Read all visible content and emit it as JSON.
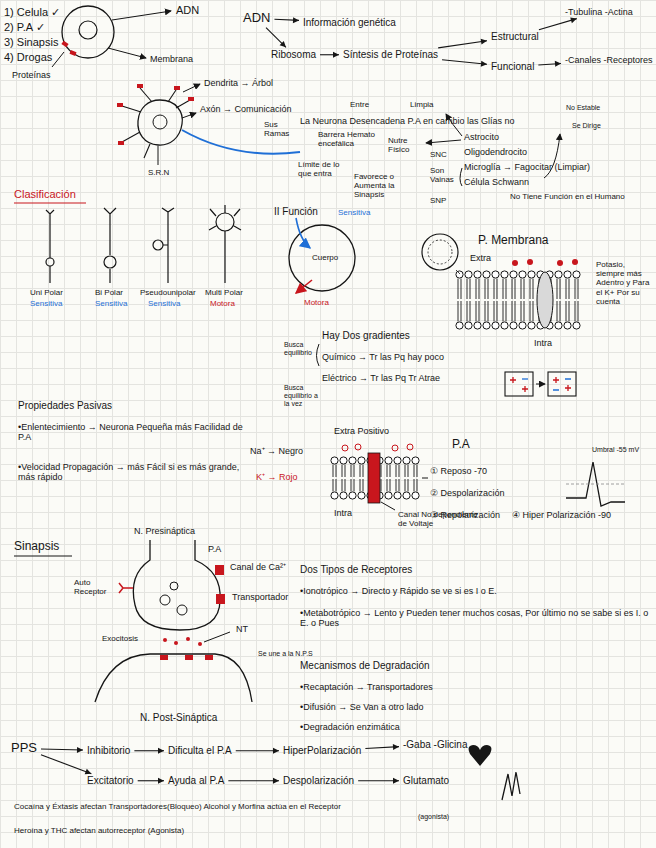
{
  "diagram": {
    "nodes": [
      {
        "text": [
          "ADN"
        ]
      },
      {
        "text": [
          "Información genética"
        ]
      },
      {
        "text": [
          "Ribosoma"
        ]
      },
      {
        "text": [
          "Síntesis de Proteínas"
        ]
      },
      {
        "text": [
          "Estructural"
        ]
      },
      {
        "text": [
          "-Tubulina -Actina"
        ]
      },
      {
        "text": [
          "Funcional"
        ]
      },
      {
        "text": [
          "-Canales -Receptores"
        ]
      },
      {
        "text": [
          "PPS"
        ]
      },
      {
        "text": [
          "Inhibitorio"
        ]
      },
      {
        "text": [
          "Dificulta el P.A"
        ]
      },
      {
        "text": [
          "HiperPolarización"
        ]
      },
      {
        "text": [
          "-Gaba -Glicina"
        ]
      },
      {
        "text": [
          "Excitatorio"
        ]
      },
      {
        "text": [
          "Ayuda al P.A"
        ]
      },
      {
        "text": [
          "Despolarización"
        ]
      },
      {
        "text": [
          "Glutamato"
        ]
      }
    ],
    "edges": [
      {
        "from": 0,
        "to": 1,
        "arrow": "to"
      },
      {
        "from": 0,
        "to": 2,
        "arrow": "to"
      },
      {
        "from": 2,
        "to": 3,
        "arrow": "to"
      },
      {
        "from": 3,
        "to": 4,
        "arrow": "to"
      },
      {
        "from": 3,
        "to": 6,
        "arrow": "to"
      },
      {
        "from": 4,
        "to": 5,
        "arrow": "to"
      },
      {
        "from": 6,
        "to": 7,
        "arrow": "to"
      },
      {
        "from": 8,
        "to": 9,
        "arrow": "to"
      },
      {
        "from": 8,
        "to": 13,
        "arrow": "to"
      },
      {
        "from": 9,
        "to": 10,
        "arrow": "to"
      },
      {
        "from": 10,
        "to": 11,
        "arrow": "to"
      },
      {
        "from": 11,
        "to": 12,
        "arrow": "to"
      },
      {
        "from": 13,
        "to": 14,
        "arrow": "to"
      },
      {
        "from": 14,
        "to": 15,
        "arrow": "to"
      },
      {
        "from": 15,
        "to": 16,
        "arrow": "to"
      }
    ],
    "labels": [
      "1) Celula ✓",
      "2) P.A ✓",
      "3) Sinapsis",
      "4) Drogas",
      "ADN",
      "Membrana",
      "Proteínas",
      "Dendrita → Árbol",
      "Axón → Comunicación",
      "S.R.N",
      "Entre",
      "La Neurona Desencadena P.A en cambio las Glías no",
      "No Estable",
      "Se Dirige",
      "Limpia",
      "Sus Ramas",
      "Barrera Hemato encefálica",
      "Nutre Físico",
      "Límite de lo que entra",
      "Favorece o Aumenta la Sinapsis",
      "SNC",
      "Son Vainas",
      "SNP",
      "Astrocito",
      "Oligodendrocito",
      "Microglía → Fagocitar (Limpiar)",
      "Célula Schwann",
      "No Tiene Función en el Humano",
      "Clasificación",
      "Uni Polar",
      "Sensitiva",
      "Bi Polar",
      "Sensitiva",
      "Pseudounipolar",
      "Sensitiva",
      "Multi Polar",
      "Motora",
      "II Función",
      "Sensitiva",
      "Cuerpo",
      "Motora",
      "P. Membrana",
      "Extra",
      "Potasio, siempre más Adentro y Para el K+ Por su cuenta",
      "Hay Dos gradientes",
      "Busca equilibrio",
      "Químico → Tr las Pq hay poco",
      "Eléctrico → Tr las Pq Tr Atrae",
      "Busca equilibrio a la vez",
      "Intra",
      "Propiedades Pasivas",
      "•Enlentecimiento → Neurona Pequeña más Facilidad de P.A",
      "•Velocidad Propagación → más Fácil si es más grande, más rápido",
      "Na⁺ → Negro",
      "K⁺ → Rojo",
      "Extra Positivo",
      "Intra",
      "Canal No dependiente de Voltaje",
      "P.A",
      "① Reposo -70",
      "② Despolarización",
      "③ Repolarización",
      "④ Hiper Polarización -90",
      "Umbral -55 mV",
      "Sinapsis",
      "N. Presináptica",
      "P.A",
      "Canal de Ca²⁺",
      "Transportador",
      "Auto Receptor",
      "Exocitosis",
      "NT",
      "Se une a la N.P.S",
      "N. Post-Sináptica",
      "Dos Tipos de Receptores",
      "•Ionotrópico → Directo y Rápido se ve si es I o E.",
      "•Metabotrópico → Lento y Pueden tener muchos cosas, Por último no se sabe si es I. o E. o Pues",
      "Mecanismos de Degradación",
      "•Recaptación → Transportadores",
      "•Difusión → Se Van a otro lado",
      "•Degradación enzimática",
      "Cocaína y Éxtasis afectan Transportadores(Bloqueo) Alcohol y Morfina actúa en el Receptor",
      "(agonista)",
      "Heroína y THC afectan autorreceptor (Agonista)"
    ]
  }
}
